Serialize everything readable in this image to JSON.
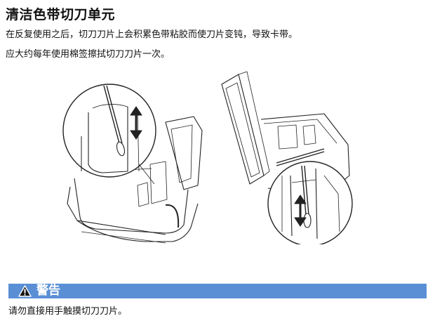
{
  "heading": "清洁色带切刀单元",
  "paragraphs": [
    "在反复使用之后，切刀刀片上会积累色带粘胶而使刀片变钝，导致卡带。",
    "应大约每年使用棉签擦拭切刀刀片一次。"
  ],
  "warning": {
    "title": "警告",
    "icon": "warning-triangle-icon",
    "text": "请勿直接用手触摸切刀刀片。",
    "color": "#5a8fd6"
  }
}
